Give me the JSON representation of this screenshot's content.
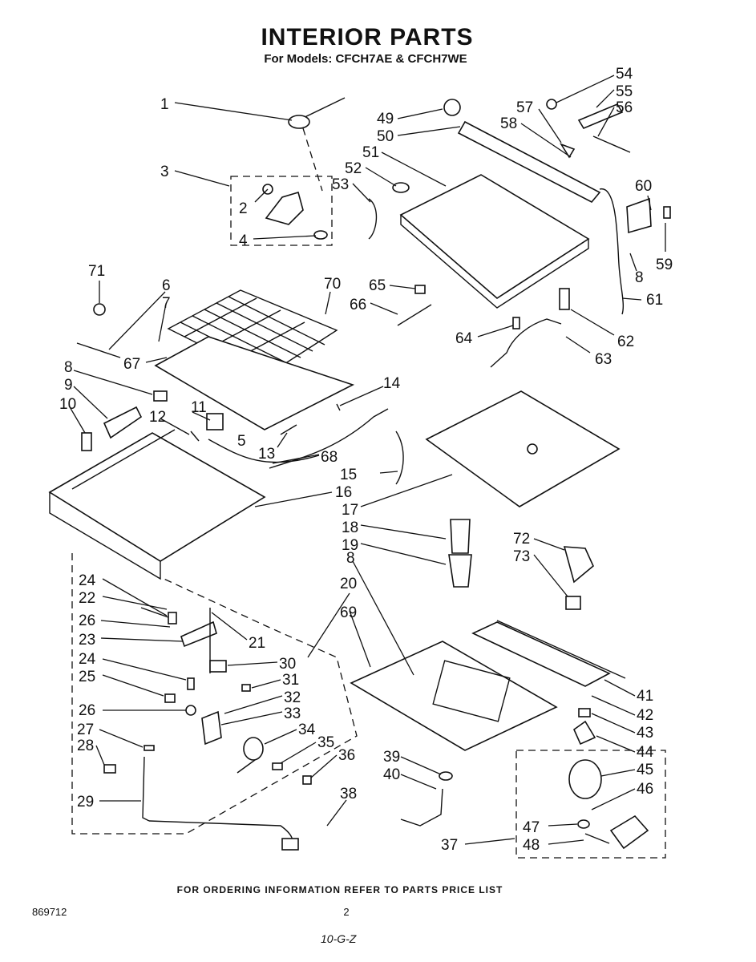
{
  "title": "INTERIOR PARTS",
  "subtitle": "For Models: CFCH7AE & CFCH7WE",
  "footer_note": "FOR ORDERING INFORMATION REFER TO PARTS PRICE LIST",
  "document_number": "869712",
  "page_number": "2",
  "handwritten_note": "10-G-Z",
  "callouts": [
    "1",
    "2",
    "3",
    "4",
    "5",
    "6",
    "7",
    "8",
    "8",
    "8",
    "9",
    "10",
    "11",
    "12",
    "13",
    "14",
    "15",
    "16",
    "17",
    "18",
    "19",
    "20",
    "21",
    "22",
    "23",
    "24",
    "24",
    "25",
    "26",
    "26",
    "27",
    "28",
    "29",
    "30",
    "31",
    "32",
    "33",
    "34",
    "35",
    "36",
    "37",
    "38",
    "39",
    "40",
    "41",
    "42",
    "43",
    "44",
    "45",
    "46",
    "47",
    "48",
    "49",
    "50",
    "51",
    "52",
    "53",
    "54",
    "55",
    "56",
    "57",
    "58",
    "59",
    "60",
    "61",
    "62",
    "63",
    "64",
    "65",
    "66",
    "67",
    "68",
    "69",
    "70",
    "71",
    "72",
    "73"
  ]
}
